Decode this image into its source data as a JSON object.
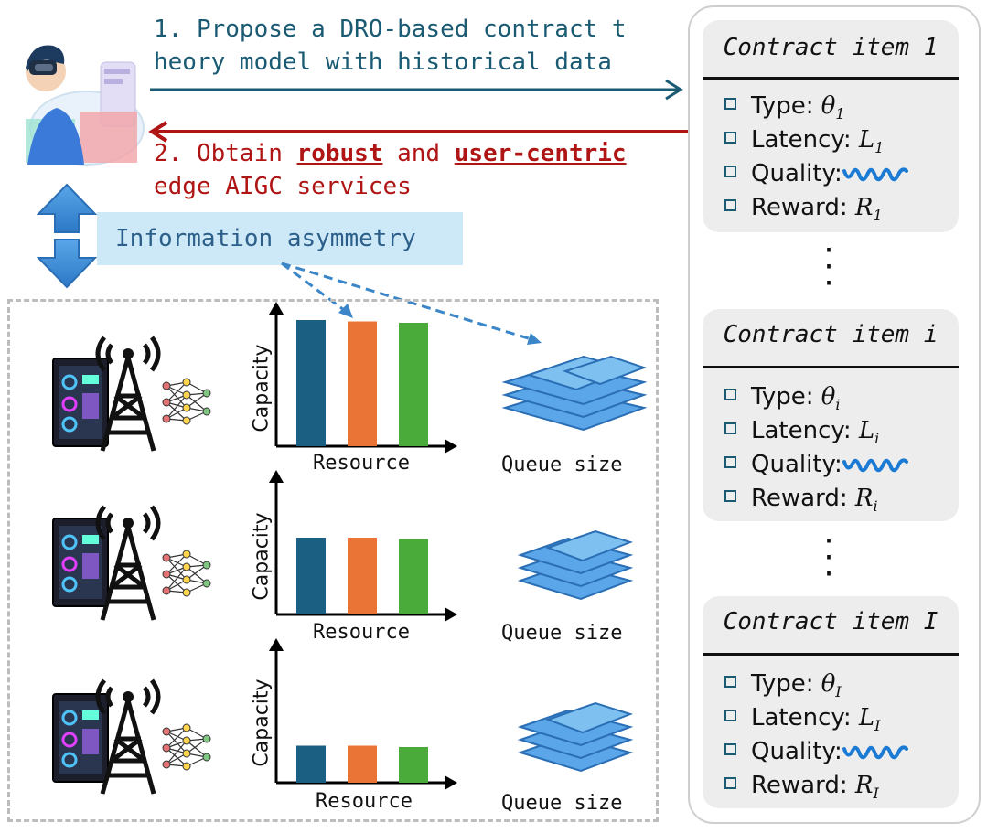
{
  "header": {
    "step1_line1": "1. Propose a DRO-based contract t",
    "step1_line2": "heory model with historical data",
    "step2_prefix": "2. Obtain ",
    "step2_robust": "robust",
    "step2_and": " and ",
    "step2_usercentric": "user-centric",
    "step2_line2": "edge AIGC services"
  },
  "info_asymmetry": "Information asymmetry",
  "rows": [
    {
      "capacity_label": "Capacity",
      "resource_label": "Resource",
      "queue_label": "Queue size"
    },
    {
      "capacity_label": "Capacity",
      "resource_label": "Resource",
      "queue_label": "Queue size"
    },
    {
      "capacity_label": "Capacity",
      "resource_label": "Resource",
      "queue_label": "Queue size"
    }
  ],
  "chart_data": [
    {
      "type": "bar",
      "categories": [
        "",
        "",
        ""
      ],
      "values": [
        0.92,
        0.91,
        0.9
      ],
      "xlabel": "Resource",
      "ylabel": "Capacity",
      "colors": [
        "#1b6082",
        "#ea7435",
        "#4aab3a"
      ]
    },
    {
      "type": "bar",
      "categories": [
        "",
        "",
        ""
      ],
      "values": [
        0.56,
        0.56,
        0.55
      ],
      "xlabel": "Resource",
      "ylabel": "Capacity",
      "colors": [
        "#1b6082",
        "#ea7435",
        "#4aab3a"
      ]
    },
    {
      "type": "bar",
      "categories": [
        "",
        "",
        ""
      ],
      "values": [
        0.27,
        0.27,
        0.26
      ],
      "xlabel": "Resource",
      "ylabel": "Capacity",
      "colors": [
        "#1b6082",
        "#ea7435",
        "#4aab3a"
      ]
    }
  ],
  "contracts": [
    {
      "title": "Contract item 1",
      "type_label": "Type: ",
      "type_sym": "θ",
      "type_sub": "1",
      "latency_label": "Latency: ",
      "latency_sym": "L",
      "latency_sub": "1",
      "quality_label": "Quality:",
      "reward_label": "Reward: ",
      "reward_sym": "R",
      "reward_sub": "1"
    },
    {
      "title": "Contract item i",
      "type_label": "Type: ",
      "type_sym": "θ",
      "type_sub": "i",
      "latency_label": "Latency: ",
      "latency_sym": "L",
      "latency_sub": "i",
      "quality_label": "Quality:",
      "reward_label": "Reward: ",
      "reward_sym": "R",
      "reward_sub": "i"
    },
    {
      "title": "Contract item I",
      "type_label": "Type: ",
      "type_sym": "θ",
      "type_sub": "I",
      "latency_label": "Latency: ",
      "latency_sym": "L",
      "latency_sub": "I",
      "quality_label": "Quality:",
      "reward_label": "Reward: ",
      "reward_sym": "R",
      "reward_sub": "I"
    }
  ],
  "colors": {
    "teal": "#1a5a72",
    "red": "#b01515",
    "blue_arrow": "#3a86c8",
    "highlight": "#cde8f7"
  },
  "icons": [
    "vr-user-icon",
    "computer-tower-icon",
    "antenna-tower-icon",
    "neural-network-icon",
    "queue-stack-icon",
    "double-arrow-icon",
    "wavy-quality-icon"
  ]
}
